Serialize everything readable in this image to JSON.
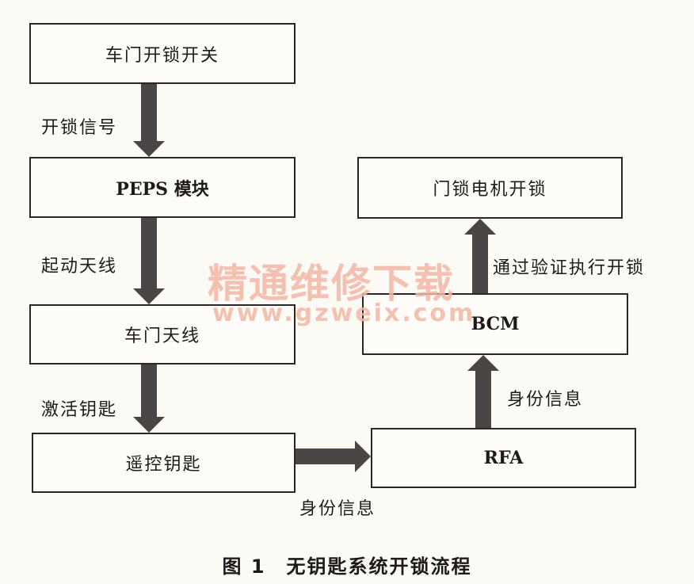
{
  "boxes": {
    "door_switch": "车门开锁开关",
    "peps": "PEPS 模块",
    "door_antenna": "车门天线",
    "remote_key": "遥控钥匙",
    "rfa": "RFA",
    "bcm": "BCM",
    "lock_motor": "门锁电机开锁"
  },
  "edges": {
    "unlock_signal": "开锁信号",
    "start_antenna": "起动天线",
    "activate_key": "激活钥匙",
    "identity_info_1": "身份信息",
    "identity_info_2": "身份信息",
    "verify_unlock": "通过验证执行开锁"
  },
  "watermark": {
    "cn": "精通维修下载",
    "url": "www.gzweix.com"
  },
  "caption": "图 1　无钥匙系统开锁流程",
  "colors": {
    "arrow": "#4a4646",
    "watermark": "#f2b7a6"
  }
}
